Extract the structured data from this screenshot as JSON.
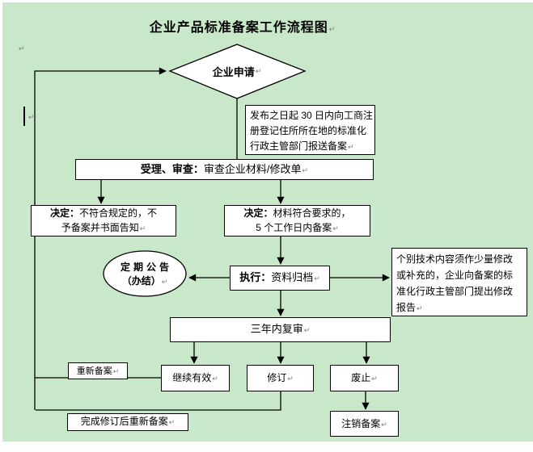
{
  "title": "企业产品标准备案工作流程图",
  "marks": {
    "pilcrow": "↵"
  },
  "colors": {
    "background": "#c9e7c9",
    "node_fill": "#ffffff",
    "node_border": "#000000",
    "connector": "#000000",
    "pilcrow_gray": "#808080"
  },
  "nodes": {
    "apply": {
      "label": "企业申请"
    },
    "notice30": {
      "lines": [
        "发布之日起 30 日内向工商注",
        "册登记住所所在地的标准化",
        "行政主管部门报送备案"
      ]
    },
    "accept": {
      "prefix": "受理、审查：",
      "text": "审查企业材料/修改单"
    },
    "decide_reject": {
      "prefix": "决定：",
      "line1": "不符合规定的，不",
      "line2": "予备案并书面告知"
    },
    "decide_accept": {
      "prefix": "决定：",
      "line1": "材料符合要求的，",
      "line2": "5 个工作日内备案"
    },
    "announce": {
      "line1": "定期公告",
      "line2": "（办结）"
    },
    "execute": {
      "prefix": "执行：",
      "text": "资料归档"
    },
    "modify_report": {
      "lines": [
        "个别技术内容须作少量修改",
        "或补充的，企业向备案的标",
        "准化行政主管部门提出修改",
        "报告"
      ]
    },
    "review": {
      "label": "三年内复审"
    },
    "refile": {
      "label": "重新备案"
    },
    "continue_valid": {
      "label": "继续有效"
    },
    "revise": {
      "label": "修订"
    },
    "abolish": {
      "label": "废止"
    },
    "refile_after": {
      "label": "完成修订后重新备案"
    },
    "cancel": {
      "label": "注销备案"
    }
  }
}
